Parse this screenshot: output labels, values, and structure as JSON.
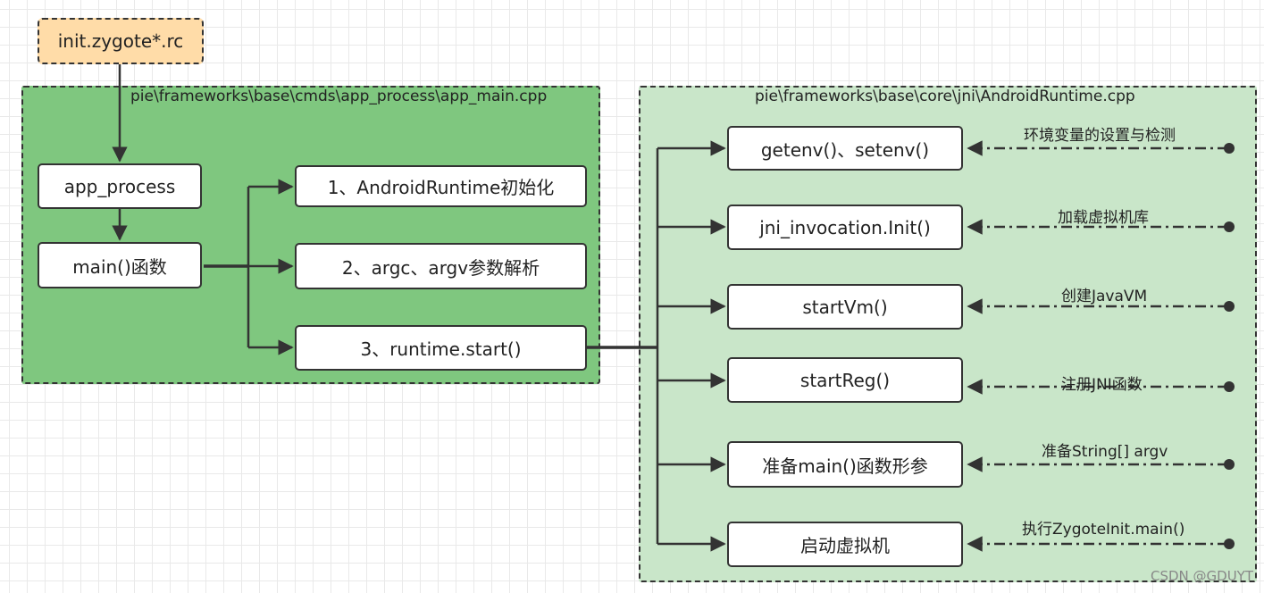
{
  "start": {
    "label": "init.zygote*.rc"
  },
  "left_group": {
    "title": "pie\\frameworks\\base\\cmds\\app_process\\app_main.cpp",
    "nodes": {
      "app_process": "app_process",
      "main": "main()函数",
      "step1": "1、AndroidRuntime初始化",
      "step2": "2、argc、argv参数解析",
      "step3": "3、runtime.start()"
    }
  },
  "right_group": {
    "title": "pie\\frameworks\\base\\core\\jni\\AndroidRuntime.cpp",
    "steps": [
      {
        "label": "getenv()、setenv()",
        "note": "环境变量的设置与检测"
      },
      {
        "label": "jni_invocation.Init()",
        "note": "加载虚拟机库"
      },
      {
        "label": "startVm()",
        "note": "创建JavaVM"
      },
      {
        "label": "startReg()",
        "note": "注册JNI函数"
      },
      {
        "label": "准备main()函数形参",
        "note": "准备String[] argv"
      },
      {
        "label": "启动虚拟机",
        "note": "执行ZygoteInit.main()"
      }
    ]
  },
  "watermark": "CSDN @GDUYT"
}
